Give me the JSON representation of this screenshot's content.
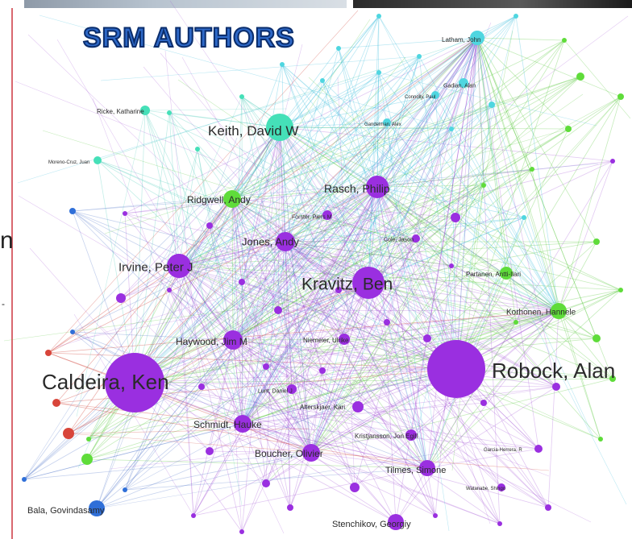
{
  "title": "SRM AUTHORS",
  "side_text": "n",
  "side_text_small": "-",
  "palette": {
    "purple": "#9a2fe0",
    "cyan": "#4fd6e0",
    "teal": "#45e0b8",
    "green": "#5fdc3a",
    "blue": "#2f6fd8",
    "red": "#d8453a"
  },
  "nodes": [
    {
      "label": "Robock, Alan",
      "color": "purple",
      "size": 5
    },
    {
      "label": "Caldeira, Ken",
      "color": "purple",
      "size": 5
    },
    {
      "label": "Kravitz, Ben",
      "color": "purple",
      "size": 4
    },
    {
      "label": "Keith, David W",
      "color": "teal",
      "size": 4
    },
    {
      "label": "Irvine, Peter J",
      "color": "purple",
      "size": 3
    },
    {
      "label": "Rasch, Philip",
      "color": "purple",
      "size": 3
    },
    {
      "label": "Jones, Andy",
      "color": "purple",
      "size": 2
    },
    {
      "label": "Ridgwell, Andy",
      "color": "green",
      "size": 2
    },
    {
      "label": "Haywood, Jim M",
      "color": "purple",
      "size": 2
    },
    {
      "label": "Schmidt, Hauke",
      "color": "purple",
      "size": 2
    },
    {
      "label": "Boucher, Olivier",
      "color": "purple",
      "size": 2
    },
    {
      "label": "Bala, Govindasamy",
      "color": "blue",
      "size": 2
    },
    {
      "label": "Stenchikov, Georgiy",
      "color": "purple",
      "size": 2
    },
    {
      "label": "Tilmes, Simone",
      "color": "purple",
      "size": 2
    },
    {
      "label": "Kristjansson, Jon Egill",
      "color": "purple",
      "size": 1
    },
    {
      "label": "Alterskjaer, Kari",
      "color": "purple",
      "size": 1
    },
    {
      "label": "Lunt, Daniel J",
      "color": "purple",
      "size": 1
    },
    {
      "label": "Niemeier, Ulrike",
      "color": "purple",
      "size": 1
    },
    {
      "label": "Forster, Piers M",
      "color": "purple",
      "size": 1
    },
    {
      "label": "Korhonen, Hannele",
      "color": "green",
      "size": 2
    },
    {
      "label": "Partanen, Antti-Ilari",
      "color": "green",
      "size": 1
    },
    {
      "label": "Latham, John",
      "color": "cyan",
      "size": 2
    },
    {
      "label": "Gadian, Alan",
      "color": "cyan",
      "size": 1
    },
    {
      "label": "Ricke, Katharine",
      "color": "teal",
      "size": 1
    },
    {
      "label": "Moreno-Cruz, Juan",
      "color": "teal",
      "size": 1
    },
    {
      "label": "Connolly, Paul",
      "color": "cyan",
      "size": 1
    },
    {
      "label": "Gandelman, Alex",
      "color": "cyan",
      "size": 1
    },
    {
      "label": "Cole, Jason",
      "color": "purple",
      "size": 1
    },
    {
      "label": "Garcia-Herrera, R",
      "color": "purple",
      "size": 1
    },
    {
      "label": "Watanabe, Shingo",
      "color": "purple",
      "size": 1
    }
  ]
}
